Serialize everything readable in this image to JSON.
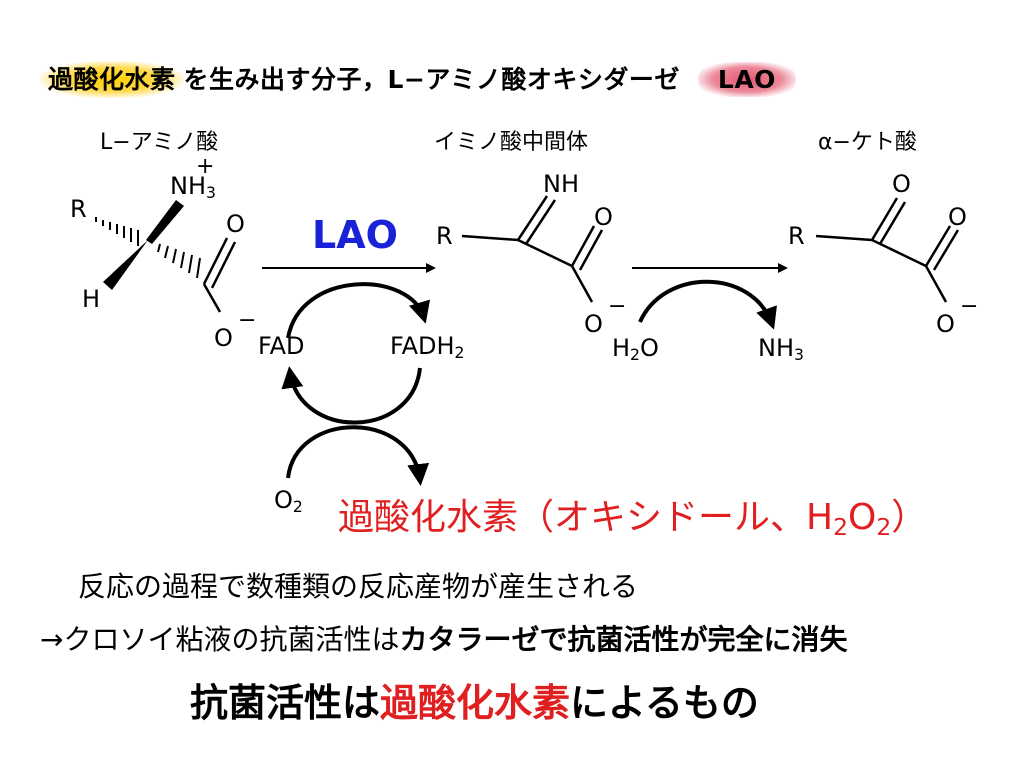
{
  "title": {
    "highlight_h2o2": "過酸化水素",
    "rest": "を生み出す分子，L−アミノ酸オキシダーゼ",
    "lao": "LAO"
  },
  "compounds": {
    "amino_acid": "L−アミノ酸",
    "imino_intermediate": "イミノ酸中間体",
    "keto_acid": "α−ケト酸"
  },
  "atoms": {
    "R": "R",
    "H": "H",
    "O": "O",
    "NH": "NH",
    "NH3": "NH",
    "NH3_sub": "3",
    "plus": "+",
    "minus": "−"
  },
  "reaction": {
    "enzyme": "LAO",
    "fad": "FAD",
    "fadh2": "FADH",
    "fadh2_sub": "2",
    "h2o": "H",
    "h2o_sub": "2",
    "h2o_o": "O",
    "nh3": "NH",
    "nh3_sub": "3",
    "o2": "O",
    "o2_sub": "2",
    "product_main": "過酸化水素（オキシドール、H",
    "product_sub1": "2",
    "product_mid": "O",
    "product_sub2": "2",
    "product_end": "）"
  },
  "notes": {
    "line1": "反応の過程で数種類の反応産物が産生される",
    "line2_start": "→クロソイ粘液の抗菌活性は",
    "line2_bold": "カタラーゼで抗菌活性が完全に消失"
  },
  "conclusion": {
    "part1": "抗菌活性は",
    "part2_red": "過酸化水素",
    "part3": "によるもの"
  },
  "colors": {
    "blue": "#1a22d8",
    "red": "#e02020",
    "highlight_yellow": "#ffd000",
    "highlight_pink": "#e3566e"
  }
}
